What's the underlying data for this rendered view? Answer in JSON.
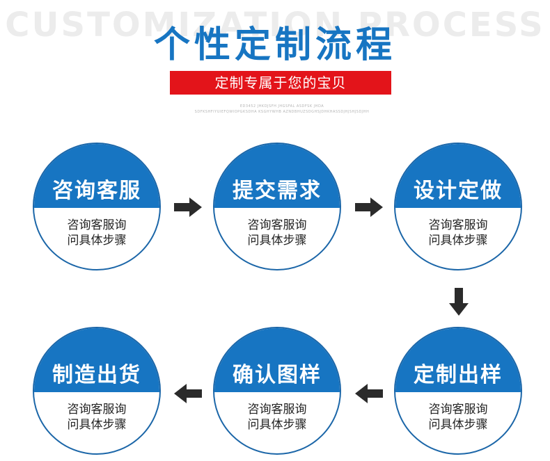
{
  "header": {
    "bg_title": "CUSTOMIZATION PROCESS",
    "title": "个性定制流程",
    "subtitle": "定制专属于您的宝贝",
    "tiny_line_1": "ED3452 JHKDJSFH JHGSFAL ASDFSK JHDA",
    "tiny_line_2": "SDFKSHFIYUIEFQWIOPGKSDHA KSGHYWHB AZNDBHUZSDGHSJDHKHASSDJHJSHJSDJHH"
  },
  "steps": [
    {
      "title": "咨询客服",
      "desc_line1": "咨询客服询",
      "desc_line2": "问具体步骤"
    },
    {
      "title": "提交需求",
      "desc_line1": "咨询客服询",
      "desc_line2": "问具体步骤"
    },
    {
      "title": "设计定做",
      "desc_line1": "咨询客服询",
      "desc_line2": "问具体步骤"
    },
    {
      "title": "定制出样",
      "desc_line1": "咨询客服询",
      "desc_line2": "问具体步骤"
    },
    {
      "title": "确认图样",
      "desc_line1": "咨询客服询",
      "desc_line2": "问具体步骤"
    },
    {
      "title": "制造出货",
      "desc_line1": "咨询客服询",
      "desc_line2": "问具体步骤"
    }
  ],
  "colors": {
    "accent": "#1775c2",
    "banner": "#e3141a",
    "arrow": "#2b2b2b"
  },
  "icons": [
    "arrow-right-icon",
    "arrow-right-icon",
    "arrow-down-icon",
    "arrow-left-icon",
    "arrow-left-icon"
  ]
}
